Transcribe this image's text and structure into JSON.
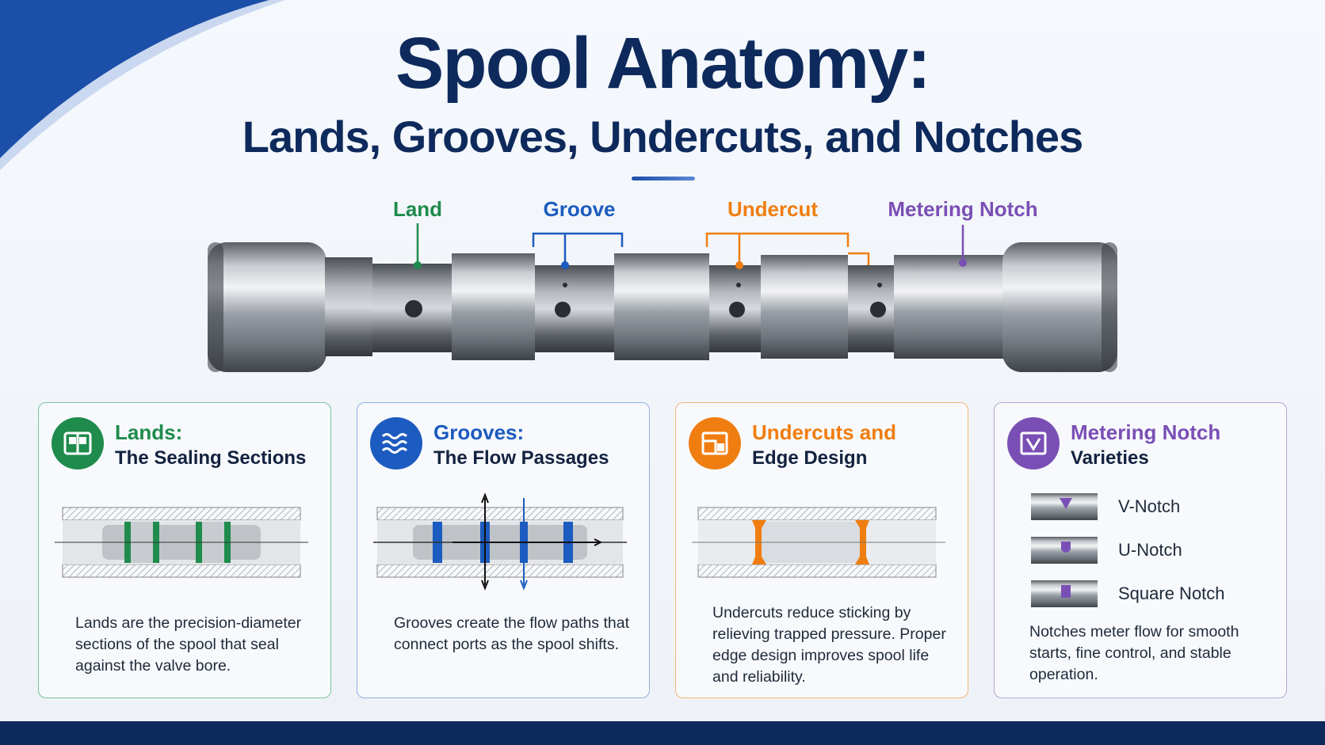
{
  "title": "Spool Anatomy:",
  "subtitle": "Lands, Grooves, Undercuts, and Notches",
  "callouts": {
    "land": "Land",
    "groove": "Groove",
    "undercut": "Undercut",
    "notch": "Metering Notch"
  },
  "colors": {
    "navy": "#0e2a5c",
    "land": "#1f8b4c",
    "groove": "#1c5bbf",
    "undercut": "#f07d10",
    "notch": "#7a4fb5"
  },
  "cards": {
    "lands": {
      "icon": "land-section-icon",
      "heading": "Lands:",
      "subheading": "The Sealing Sections",
      "body": "Lands are the precision-diameter sections of the spool that seal against the valve bore."
    },
    "grooves": {
      "icon": "waves-icon",
      "heading": "Grooves:",
      "subheading": "The Flow Passages",
      "body": "Grooves create the flow paths that connect ports as the spool shifts."
    },
    "undercuts": {
      "icon": "edge-profile-icon",
      "heading": "Undercuts and",
      "subheading": "Edge Design",
      "body": "Undercuts reduce sticking by relieving trapped pressure. Proper edge design improves spool life and reliability."
    },
    "notches": {
      "icon": "notch-icon",
      "heading": "Metering Notch",
      "subheading": "Varieties",
      "types": [
        "V-Notch",
        "U-Notch",
        "Square Notch"
      ],
      "body": "Notches meter flow for smooth starts, fine control, and stable operation."
    }
  }
}
